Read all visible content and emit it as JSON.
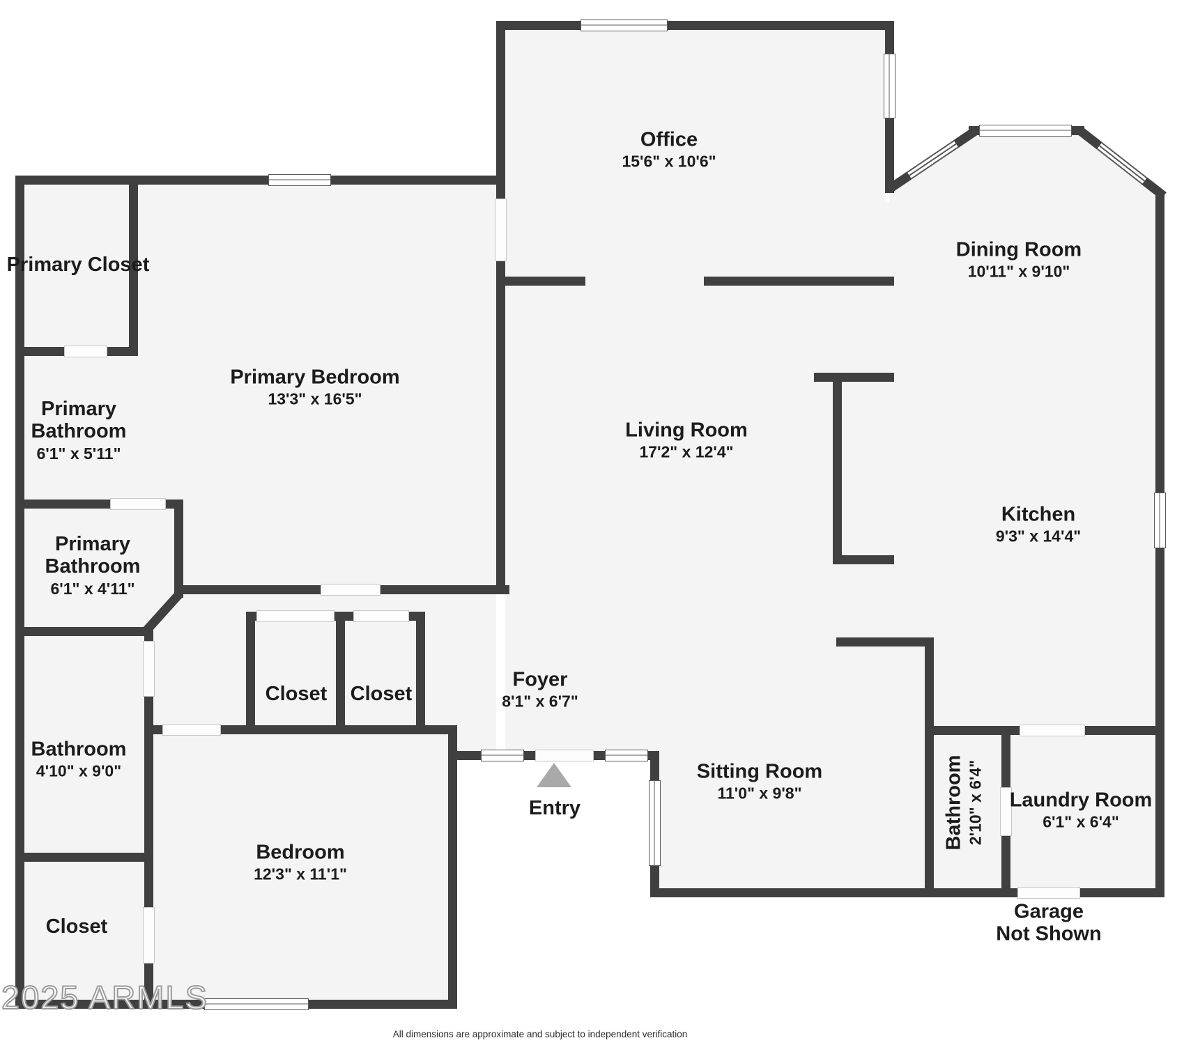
{
  "plan": {
    "watermark": "2025 ARMLS",
    "footer_note": "All dimensions are approximate and subject to independent verification",
    "entry": {
      "label": "Entry"
    },
    "garage": {
      "name": "Garage",
      "note": "Not Shown"
    },
    "colors": {
      "wall": "#404040",
      "floor": "#f4f4f4",
      "text": "#1c1c1c",
      "entry_arrow": "#a9a9a9",
      "watermark_outline": "#9a9a9a"
    },
    "rooms": [
      {
        "id": "office",
        "name": "Office",
        "dims": "15'6\" x 10'6\""
      },
      {
        "id": "dining-room",
        "name": "Dining Room",
        "dims": "10'11\" x 9'10\""
      },
      {
        "id": "primary-bedroom",
        "name": "Primary Bedroom",
        "dims": "13'3\" x 16'5\""
      },
      {
        "id": "primary-closet",
        "name": "Primary Closet",
        "dims": ""
      },
      {
        "id": "primary-bathroom-upper",
        "name": "Primary Bathroom",
        "dims": "6'1\" x 5'11\""
      },
      {
        "id": "primary-bathroom-lower",
        "name": "Primary Bathroom",
        "dims": "6'1\" x 4'11\""
      },
      {
        "id": "living-room",
        "name": "Living Room",
        "dims": "17'2\" x 12'4\""
      },
      {
        "id": "kitchen",
        "name": "Kitchen",
        "dims": "9'3\" x 14'4\""
      },
      {
        "id": "bathroom-left",
        "name": "Bathroom",
        "dims": "4'10\" x 9'0\""
      },
      {
        "id": "closet-a",
        "name": "Closet",
        "dims": ""
      },
      {
        "id": "closet-b",
        "name": "Closet",
        "dims": ""
      },
      {
        "id": "closet-bottom",
        "name": "Closet",
        "dims": ""
      },
      {
        "id": "bedroom",
        "name": "Bedroom",
        "dims": "12'3\" x 11'1\""
      },
      {
        "id": "foyer",
        "name": "Foyer",
        "dims": "8'1\" x 6'7\""
      },
      {
        "id": "sitting-room",
        "name": "Sitting Room",
        "dims": "11'0\" x 9'8\""
      },
      {
        "id": "bathroom-small",
        "name": "Bathroom",
        "dims": "2'10\" x 6'4\""
      },
      {
        "id": "laundry-room",
        "name": "Laundry Room",
        "dims": "6'1\" x 6'4\""
      }
    ]
  }
}
